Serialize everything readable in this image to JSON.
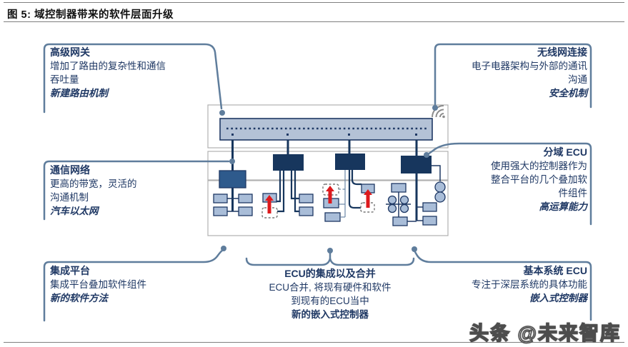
{
  "figure": {
    "title": "图 5: 域控制器带来的软件层面升级"
  },
  "watermark": "头条 @未来智库",
  "annotations": {
    "advanced_gateway": {
      "heading": "高级网关",
      "lines": [
        "增加了路由的复杂性和通信",
        "吞吐量"
      ],
      "emphasis": "新建路由机制"
    },
    "communication_network": {
      "heading": "通信网络",
      "lines": [
        "更高的带宽，灵活的",
        "沟通机制"
      ],
      "emphasis": "汽车以太网"
    },
    "integration_platform": {
      "heading": "集成平台",
      "lines": [
        "集成平台叠加软件组件"
      ],
      "emphasis": "新的软件方法"
    },
    "wireless_connection": {
      "heading": "无线网连接",
      "lines": [
        "电子电器架构与外部的通讯",
        "沟通"
      ],
      "emphasis": "安全机制"
    },
    "domain_ecu": {
      "heading": "分域 ECU",
      "lines": [
        "使用强大的控制器作为",
        "整合平台的几个叠加软",
        "件组件"
      ],
      "emphasis": "高运算能力"
    },
    "basic_system_ecu": {
      "heading": "基本系统 ECU",
      "lines": [
        "专注于深层系统的具体功能"
      ],
      "emphasis": "嵌入式控制器"
    },
    "ecu_integration": {
      "heading": "ECU的集成以及合并",
      "lines": [
        "ECU合并, 将现有硬件和软件",
        "到现有的ECU当中"
      ],
      "emphasis": "新的嵌入式控制器"
    }
  },
  "colors": {
    "note_text": "#1f3864",
    "connector": "#5f7d9c",
    "ecu_box": "#17365d",
    "gateway_box": "#2e5a8c",
    "bus_fill": "#b4c2d6",
    "component_fill": "#a9bdd8",
    "upgrade_arrow": "#dd1a1d",
    "band_border": "#b0b0b0"
  }
}
